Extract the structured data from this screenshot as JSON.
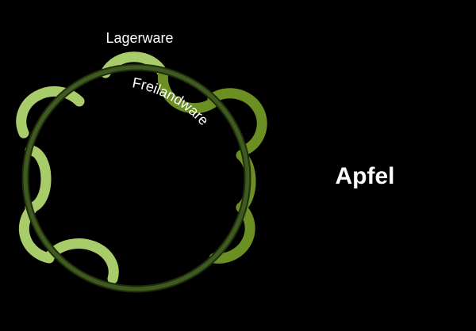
{
  "title": "Apfel",
  "segments": [
    {
      "label": "Lagerware",
      "color": "#a9cc6a"
    },
    {
      "label": "Freilandware",
      "color": "#6b8f22"
    }
  ],
  "colors": {
    "background": "#000000",
    "ring": "#3e5a1e",
    "ring_edge": "#1f2d0f",
    "light_arc": "#a9cc6a",
    "dark_arc": "#6b8f22",
    "text": "#ffffff"
  }
}
